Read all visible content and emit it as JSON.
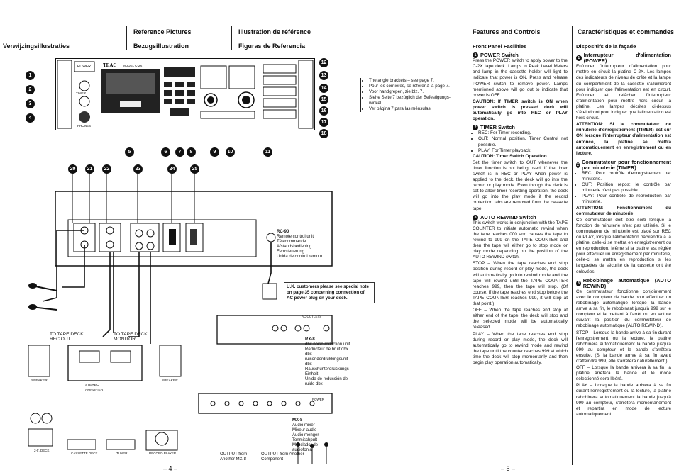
{
  "left_page": {
    "headers": {
      "nl": "Verwijzingsillustraties",
      "en": "Reference Pictures",
      "de": "Bezugsillustration",
      "fr": "Illustration de référence",
      "es": "Figuras de Referencia"
    },
    "deck": {
      "brand": "TEAC",
      "model": "MODEL C-2X",
      "power_label": "POWER",
      "timer_label": "TIMER",
      "headphones_label": "PHONES"
    },
    "notes": [
      "The angle brackets – see page  7.",
      "Pour les cornières, se référer à la page 7.",
      "Voor handgrepen, zie blz.  7.",
      "Siehe Seite 7 bezüglich der Befestigungs-winkel.",
      "Ver página 7 para las ménsulas."
    ],
    "callouts_left": [
      "1",
      "2",
      "3",
      "4"
    ],
    "callouts_bottom": [
      "5",
      "6",
      "7",
      "8",
      "9",
      "10",
      "11"
    ],
    "callouts_right": [
      "12",
      "13",
      "14",
      "15",
      "16",
      "17",
      "18"
    ],
    "callouts_rear": [
      "20",
      "21",
      "22",
      "23",
      "24",
      "25"
    ],
    "rc90": [
      "RC-90",
      "Remote control unit",
      "Télécommande",
      "Afstandsbediening",
      "Fernsteuerung",
      "Unida de control remoto"
    ],
    "uk_note": "U.K. customers please see special note on page 35 concerning connection of AC power plug on your deck.",
    "rx8": [
      "RX-8",
      "dbx noise reduction unit",
      "Réducteur de bruit dbx",
      "dbx ruisonderdrukkingsunit",
      "dbx Rauschunterdrückungs-Einheit",
      "Unida de reducción de ruido dbx"
    ],
    "mx8": [
      "MX-8",
      "Audio mixer",
      "Mixeur audio",
      "Audio menger",
      "Tonmischpult",
      "Mezclador de audiofonia"
    ],
    "to_tape_deck_rec_out": "TO TAPE DECK REC OUT",
    "to_tape_deck_monitor": "TO TAPE DECK MONITOR",
    "stereo_amplifier": "STEREO AMPLIFIER",
    "speaker_l": "SPEAKER",
    "speaker_r": "SPEAKER",
    "component_labels": [
      "2-tr. DECK",
      "CASSETTE DECK",
      "TUNER",
      "RECORD PLAYER"
    ],
    "output_mx8": "OUTPUT from Another MX-8",
    "output_component": "OUTPUT from Another Component",
    "page_number": "– 4 –",
    "ac_outlets": "AC OUTLETS",
    "power": "POWER"
  },
  "right_page": {
    "header_en": "Features and Controls",
    "header_fr": "Caractéristiques et commandes",
    "sub_en": "Front Panel Facilities",
    "sub_fr": "Dispositifs de la façade",
    "en": {
      "s1_title": "POWER Switch",
      "s1_body": "Press the POWER switch to apply power to the C-2X tape deck. Lamps in Peak Level Meters and lamp in the cassette holder will light to indicate that power is ON. Press and release POWER switch to remove power. Lamps mentioned above will go out to indicate that power is OFF.",
      "s1_caution": "CAUTION: If TIMER switch is ON when power switch is pressed deck will automatically go into REC or PLAY operation.",
      "s2_title": "TIMER Switch",
      "s2_items": [
        "REC: For Timer recording.",
        "OUT: Normal position. Timer Control not possible.",
        "PLAY: For Timer playback."
      ],
      "s2_caution_title": "CAUTION: Timer Switch Operation",
      "s2_caution": "Set the timer switch to OUT whenever the timer function is not being used. If the timer switch is in REC or PLAY when power is applied to the deck, the deck will go into the record or play mode. Even though the deck is set to allow timer recording operation, the deck will go into the play mode if the record protection tabs are removed from the cassette tape.",
      "s3_title": "AUTO REWIND Switch",
      "s3_body": "This switch works in conjunction with the TAPE COUNTER to initiate automatic rewind when the tape reaches 000 and causes the tape to rewind to 999 on the TAPE COUNTER and then the tape will either go to stop mode or play mode depending on the position of the AUTO REWIND switch.",
      "s3_stop": "STOP – When the tape reaches end stop position during record or play mode, the deck will automatically go into rewind mode and the tape will rewind until the TAPE COUNTER reaches 999, then the tape will stop. (Of course, if the tape reaches end stop before the TAPE COUNTER reaches 999, it will stop at that point.)",
      "s3_off": "OFF – When the tape reaches end stop at either end of the tape, the deck will stop and the selected mode will be automatically released.",
      "s3_play": "PLAY – When the tape reaches end stop during record or play mode, the deck will automatically go to rewind mode and rewind the tape until the counter reaches 999 at which time the deck will stop momentarily and then begin play operation automatically."
    },
    "fr": {
      "s1_title": "Interrupteur d'alimentation (POWER)",
      "s1_body": "Enfoncer l'interrupteur d'alimentation pour mettre en circuit la platine C-2X. Les lampes des indicateurs de niveau de crête et la lampe du compartiment de la cassette s'allumeront pour indiquer que l'alimentation est en circuit. Enfoncer et relâcher l'interrupteur d'alimentation pour mettre hors circuit la platine. Les lampes décrites ci-dessus s'éteindront pour indiquer que l'alimentation est hors circuit.",
      "s1_caution": "ATTENTION: Si le commutateur de minuterie d'enregistrement (TIMER) est sur ON lorsque l'interrupteur d'alimentation est enfoncé, la platine se mettra automatiquement en enregistrement ou en lecture.",
      "s2_title": "Commutateur pour fonctionnement par minuterie (TIMER)",
      "s2_items": [
        "REC: Pour contrôle d'enregistrement par minuterie.",
        "OUT: Position repos: le contrôle par minuterie n'est pas possible.",
        "PLAY: Pour contrôle de reproduction par minuterie."
      ],
      "s2_caution_title": "ATTENTION: Fonctionnement du commutateur de minuterie",
      "s2_caution": "Ce commutateur doit être sorti lorsque la fonction de minuterie n'est pas utilisée. Si le commutateur de minuterie est placé sur REC ou PLAY, lorsque l'alimentation parviendra à la platine, celle-ci se mettra en enregistrement ou en reproduction. Même si la platine est réglée pour effectuer un enregistrement par minuterie, celle-ci se mettra en reproduction si les languettes de sécurité de la cassette ont été enlevées.",
      "s3_title": "Rebobinage automatique (AUTO REWIND)",
      "s3_body": "Ce commutateur fonctionne conjointement avec le compteur de bande pour effectuer un rebobinage automatique lorsque la bande arrive à sa fin, le rebobinant jusqu'à 999 sur le compteur et la mettant à l'arrêt ou en lecture suivant la position du commutateur de rebobinage automatique (AUTO REWIND).",
      "s3_stop": "STOP – Lorsque la bande arrive à sa fin durant l'enregistrement ou la lecture, la platine rebobinera automatiquement la bande jusqu'à 999 au compteur et la bande s'arrêtera ensuite. (Si la bande arrive à sa fin avant d'atteindre 999, elle s'arrêtera naturellement.)",
      "s3_off": "OFF – Lorsque la bande arrivera à sa fin, la platine arrêtera la bande et le mode sélectionné sera libéré.",
      "s3_play": "PLAY – Lorsque la bande arrivera à sa fin durant l'enregistrement ou la lecture, la platine rebobinera automatiquement la bande jusqu'à 999 au compteur, s'arrêtera momentanément et repartira en mode de lecture automatiquement."
    },
    "page_number": "– 5 –"
  }
}
